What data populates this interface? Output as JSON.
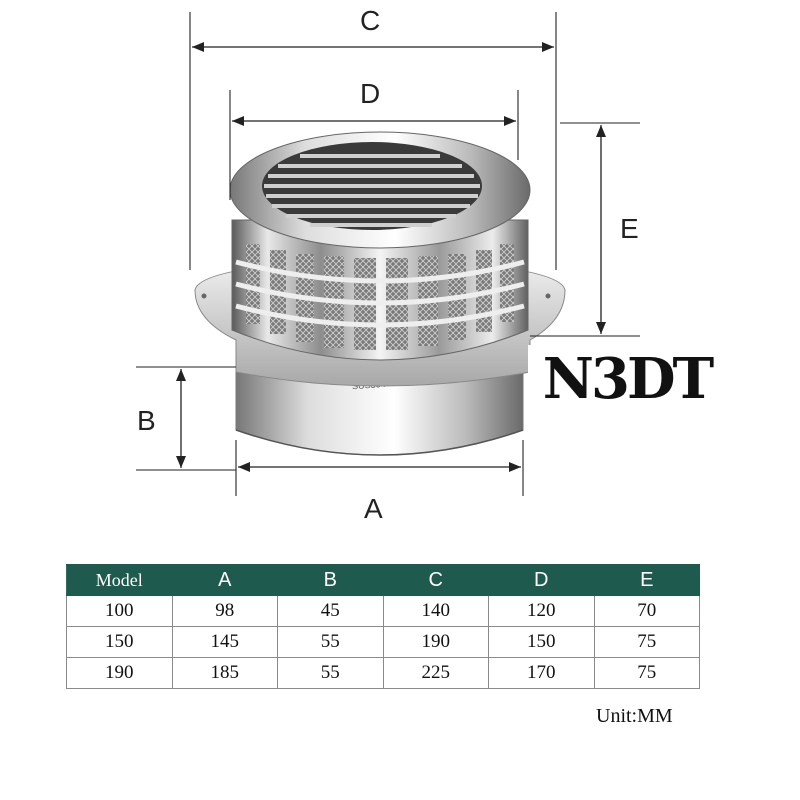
{
  "diagram": {
    "labels": {
      "a": "A",
      "b": "B",
      "c": "C",
      "d": "D",
      "e": "E"
    },
    "product_marking": "SUS304"
  },
  "logo": {
    "text": "N3DT"
  },
  "table": {
    "headers": [
      "Model",
      "A",
      "B",
      "C",
      "D",
      "E"
    ],
    "rows": [
      [
        "100",
        "98",
        "45",
        "140",
        "120",
        "70"
      ],
      [
        "150",
        "145",
        "55",
        "190",
        "150",
        "75"
      ],
      [
        "190",
        "185",
        "55",
        "225",
        "170",
        "75"
      ]
    ]
  },
  "unit_note": "Unit:MM",
  "colors": {
    "header_bg": "#1f5a4f",
    "header_text": "#ffffff",
    "border": "#8a8a8a"
  }
}
